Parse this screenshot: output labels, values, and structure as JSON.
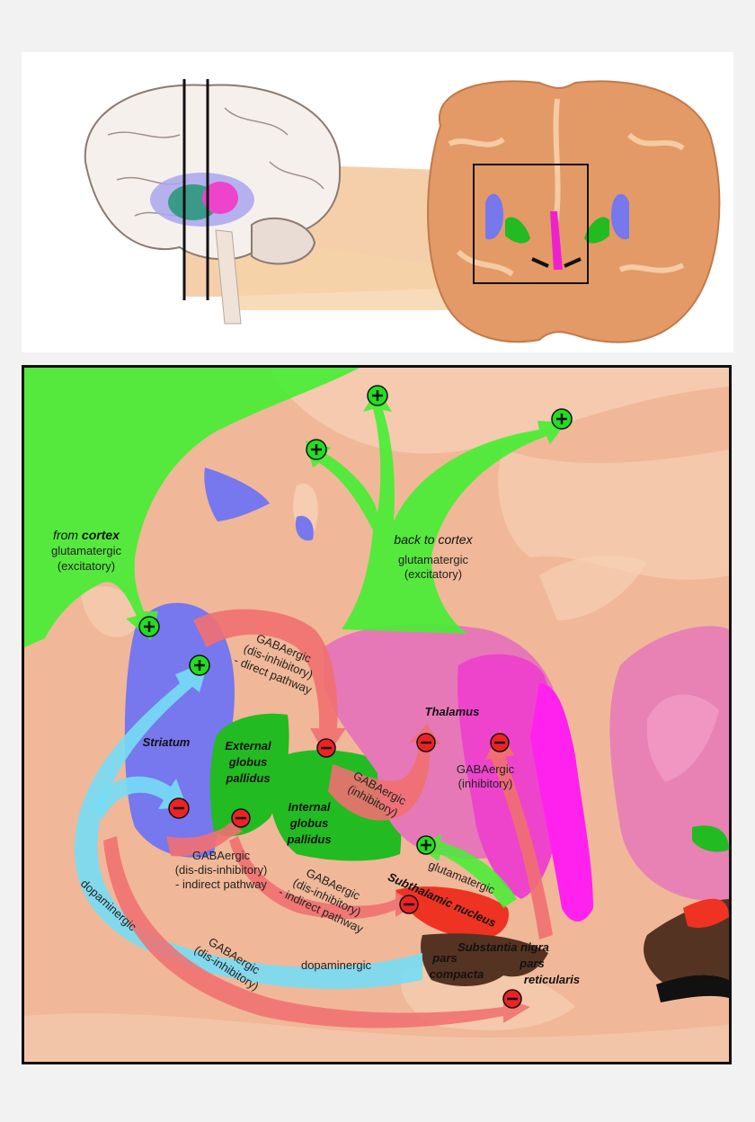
{
  "labels": {
    "from_cortex_pre": "from ",
    "from_cortex_bold": "cortex",
    "from_cortex_type": "glutamatergic",
    "from_cortex_effect": "(excitatory)",
    "back_to_cortex": "back to cortex",
    "back_type": "glutamatergic",
    "back_effect": "(excitatory)",
    "direct_1": "GABAergic",
    "direct_2": "(dis-inhibitory)",
    "direct_3": "- direct pathway",
    "striatum": "Striatum",
    "ext_gp_1": "External",
    "ext_gp_2": "globus",
    "ext_gp_3": "pallidus",
    "int_gp_1": "Internal",
    "int_gp_2": "globus",
    "int_gp_3": "pallidus",
    "thalamus": "Thalamus",
    "gaba_inhib_1": "GABAergic",
    "gaba_inhib_2": "(inhibitory)",
    "thal_gaba_1": "GABAergic",
    "thal_gaba_2": "(inhibitory)",
    "indirect_a_1": "GABAergic",
    "indirect_a_2": "(dis-dis-inhibitory)",
    "indirect_a_3": "- indirect pathway",
    "indirect_b_1": "GABAergic",
    "indirect_b_2": "(dis-inhibitory)",
    "indirect_b_3": "- indirect pathway",
    "stn": "Subthalamic nucleus",
    "stn_glut": "glutamatergic",
    "dopaminergic_left": "dopaminergic",
    "dopaminergic_bottom": "dopaminergic",
    "sn": "Substantia nigra",
    "pars_compacta_1": "pars",
    "pars_compacta_2": "compacta",
    "pars_reticularis_1": "pars",
    "pars_reticularis_2": "reticularis",
    "bottom_gaba_1": "GABAergic",
    "bottom_gaba_2": "(dis-inhibitory)"
  },
  "colors": {
    "excitatory": "#44ee33",
    "inhibitory": "#f07070",
    "dopaminergic": "#77ddf5",
    "striatum": "#7777ee",
    "globus_pallidus": "#22bb22",
    "thalamus": "#e678b8",
    "subthalamic": "#ee3322",
    "substantia_nigra": "#553322",
    "brain_tissue": "#e9a070"
  }
}
